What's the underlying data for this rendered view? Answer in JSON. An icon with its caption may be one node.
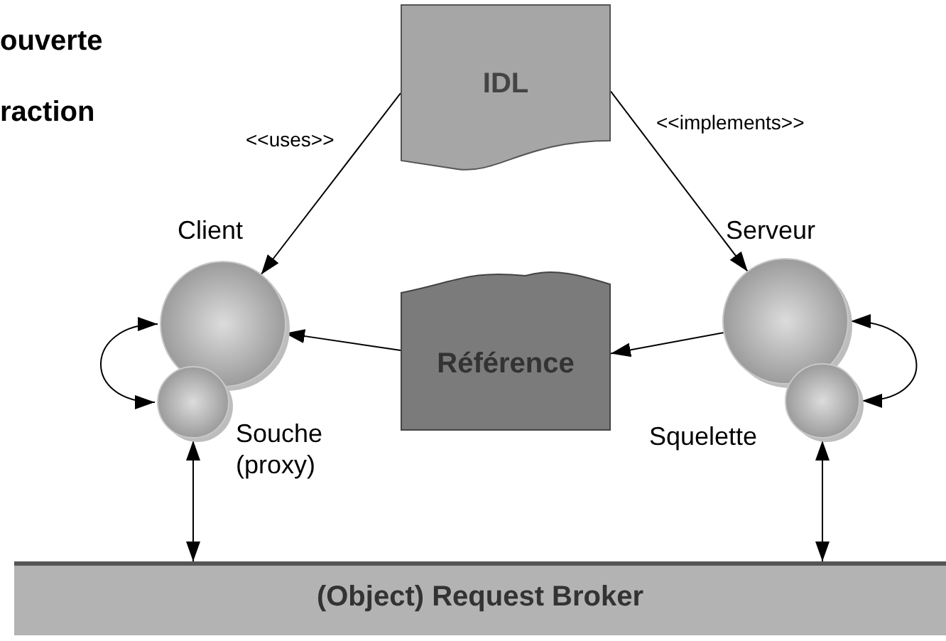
{
  "diagram": {
    "nodes": [
      {
        "text": [
          "IDL"
        ]
      },
      {
        "text": [
          "Client"
        ]
      },
      {
        "text": [
          "Souche (proxy)"
        ]
      },
      {
        "text": [
          "Référence"
        ]
      },
      {
        "text": [
          "Serveur"
        ]
      },
      {
        "text": [
          "Squelette"
        ]
      },
      {
        "text": [
          "(Object) Request Broker"
        ]
      }
    ],
    "edges": [
      {
        "from": 0,
        "to": 1,
        "arrow": "to",
        "label": "<<uses>>"
      },
      {
        "from": 0,
        "to": 4,
        "arrow": "to",
        "label": "<<implements>>"
      },
      {
        "from": 3,
        "to": 1,
        "arrow": "to"
      },
      {
        "from": 4,
        "to": 3,
        "arrow": "to"
      },
      {
        "from": 1,
        "to": 2,
        "arrow": "both"
      },
      {
        "from": 4,
        "to": 5,
        "arrow": "both"
      },
      {
        "from": 2,
        "to": 6,
        "arrow": "both"
      },
      {
        "from": 5,
        "to": 6,
        "arrow": "both"
      }
    ],
    "labels": [
      "ouverte",
      "raction"
    ]
  }
}
